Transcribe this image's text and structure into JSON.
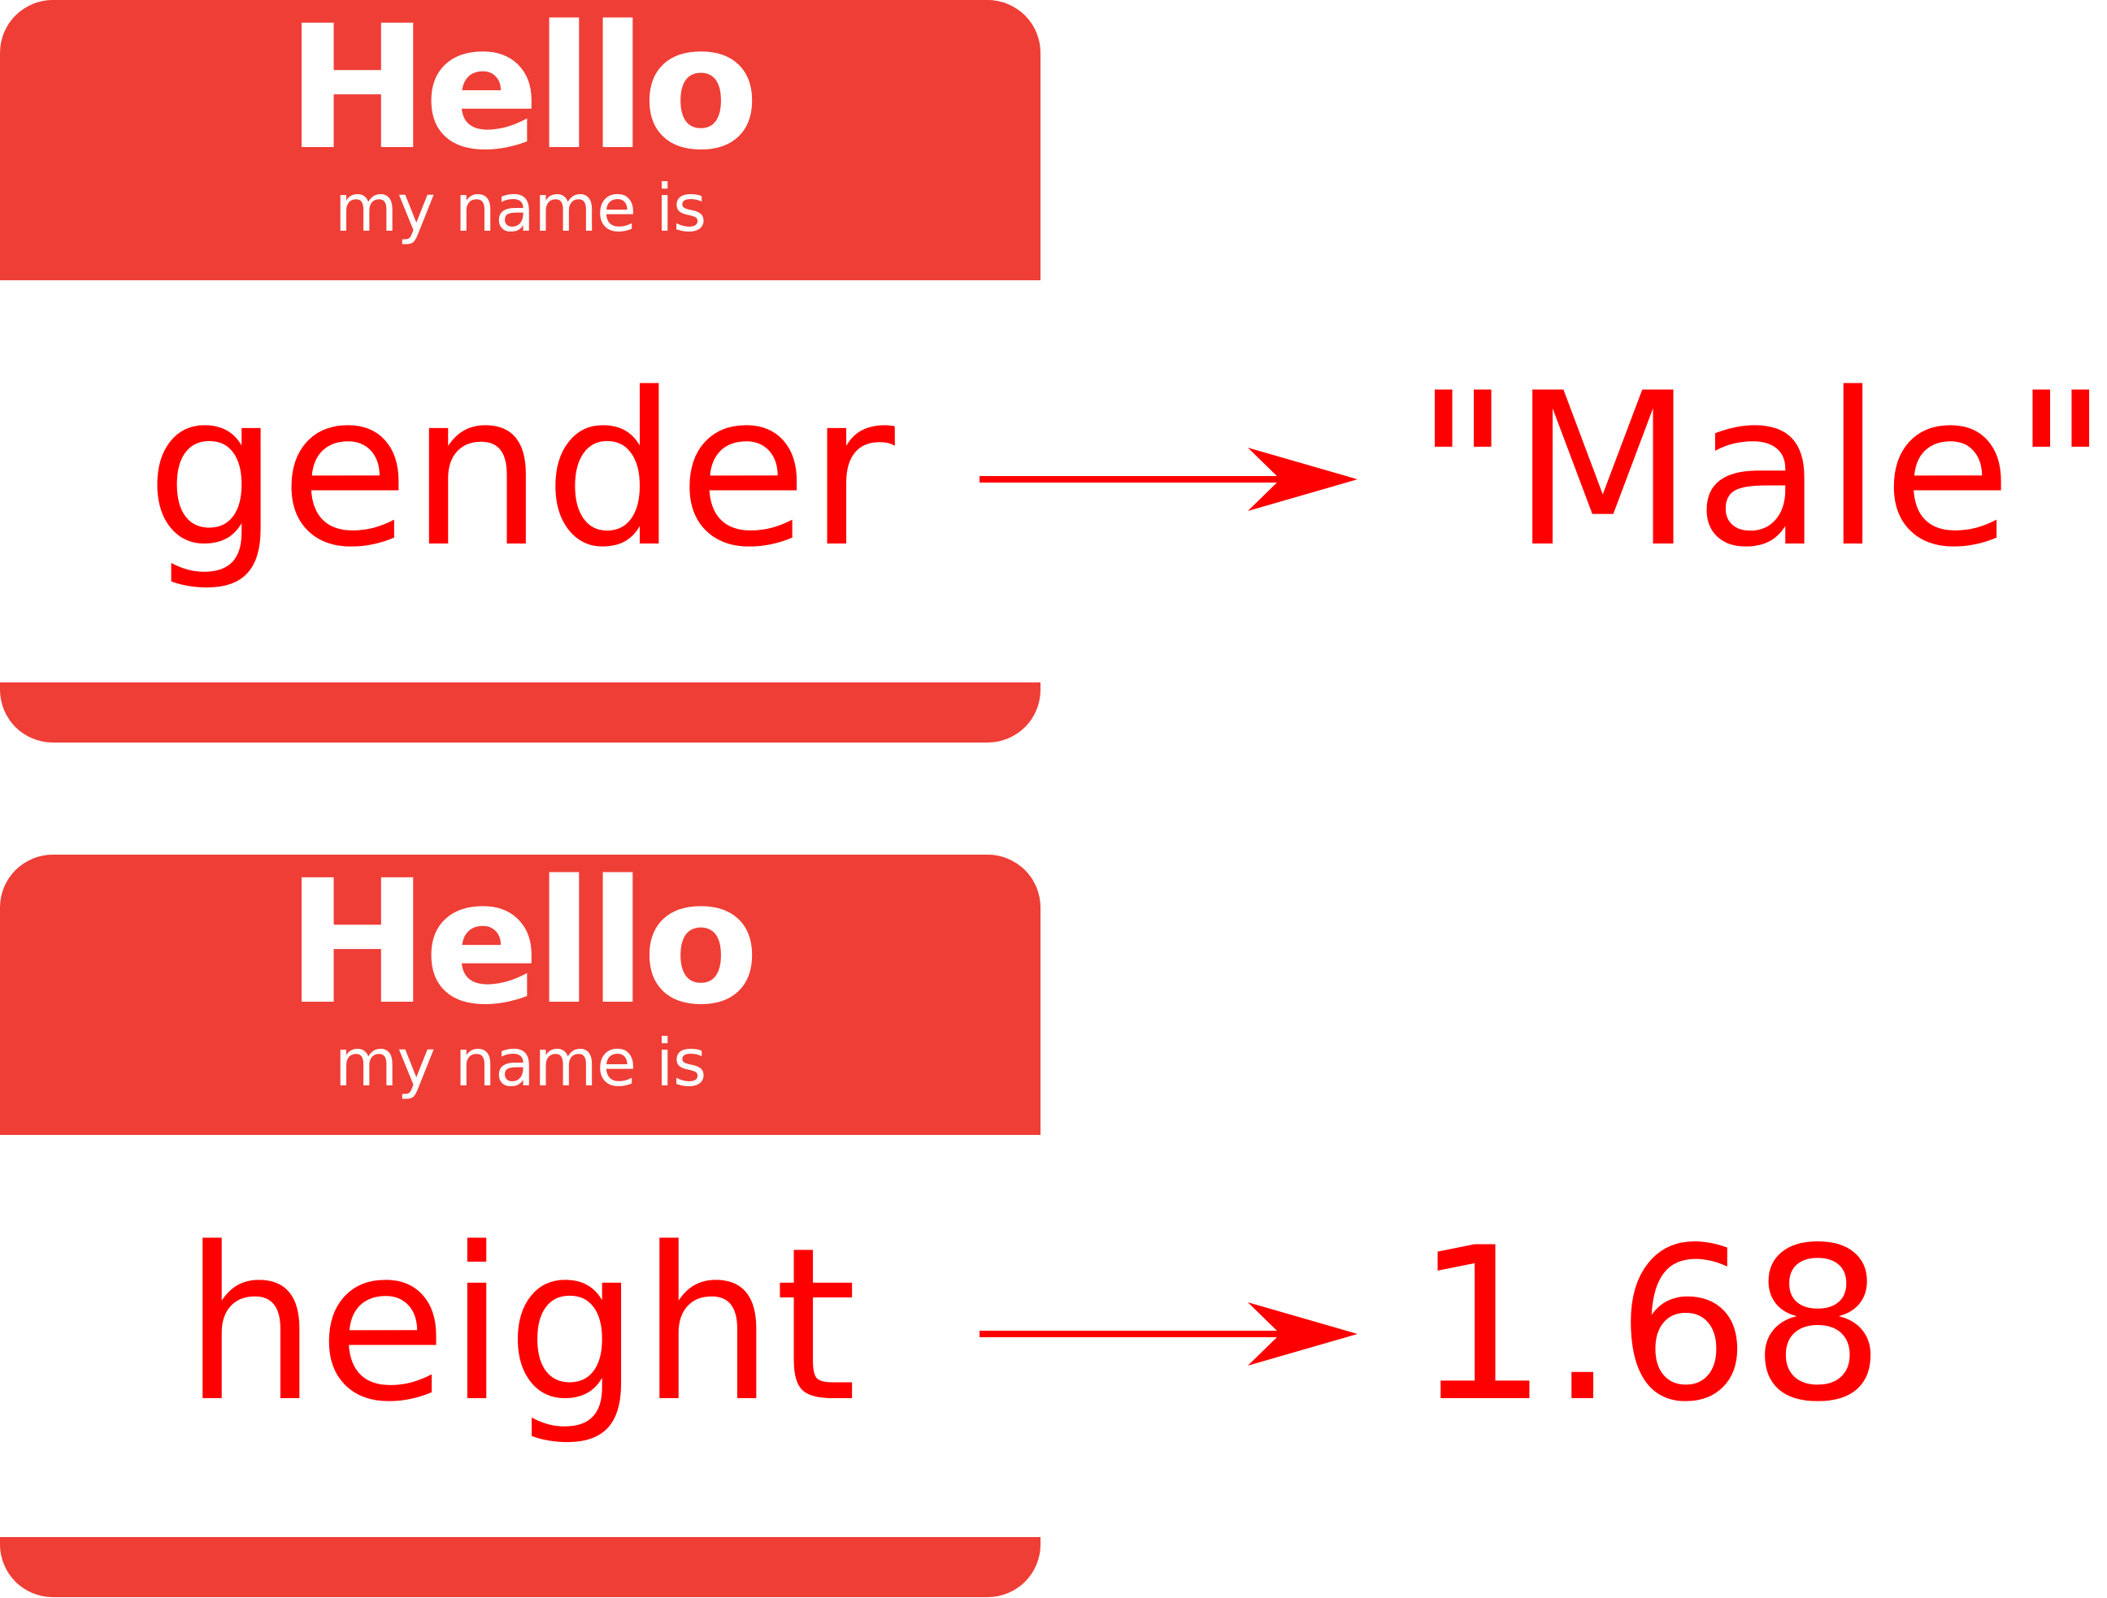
{
  "colors": {
    "tag_red": "#ef3e36",
    "text_red": "#ff0000",
    "tag_text": "#ffffff"
  },
  "tags": [
    {
      "hello": "Hello",
      "subtitle": "my name is",
      "name": "gender",
      "value": "\"Male\""
    },
    {
      "hello": "Hello",
      "subtitle": "my name is",
      "name": "height",
      "value": "1.68"
    }
  ]
}
